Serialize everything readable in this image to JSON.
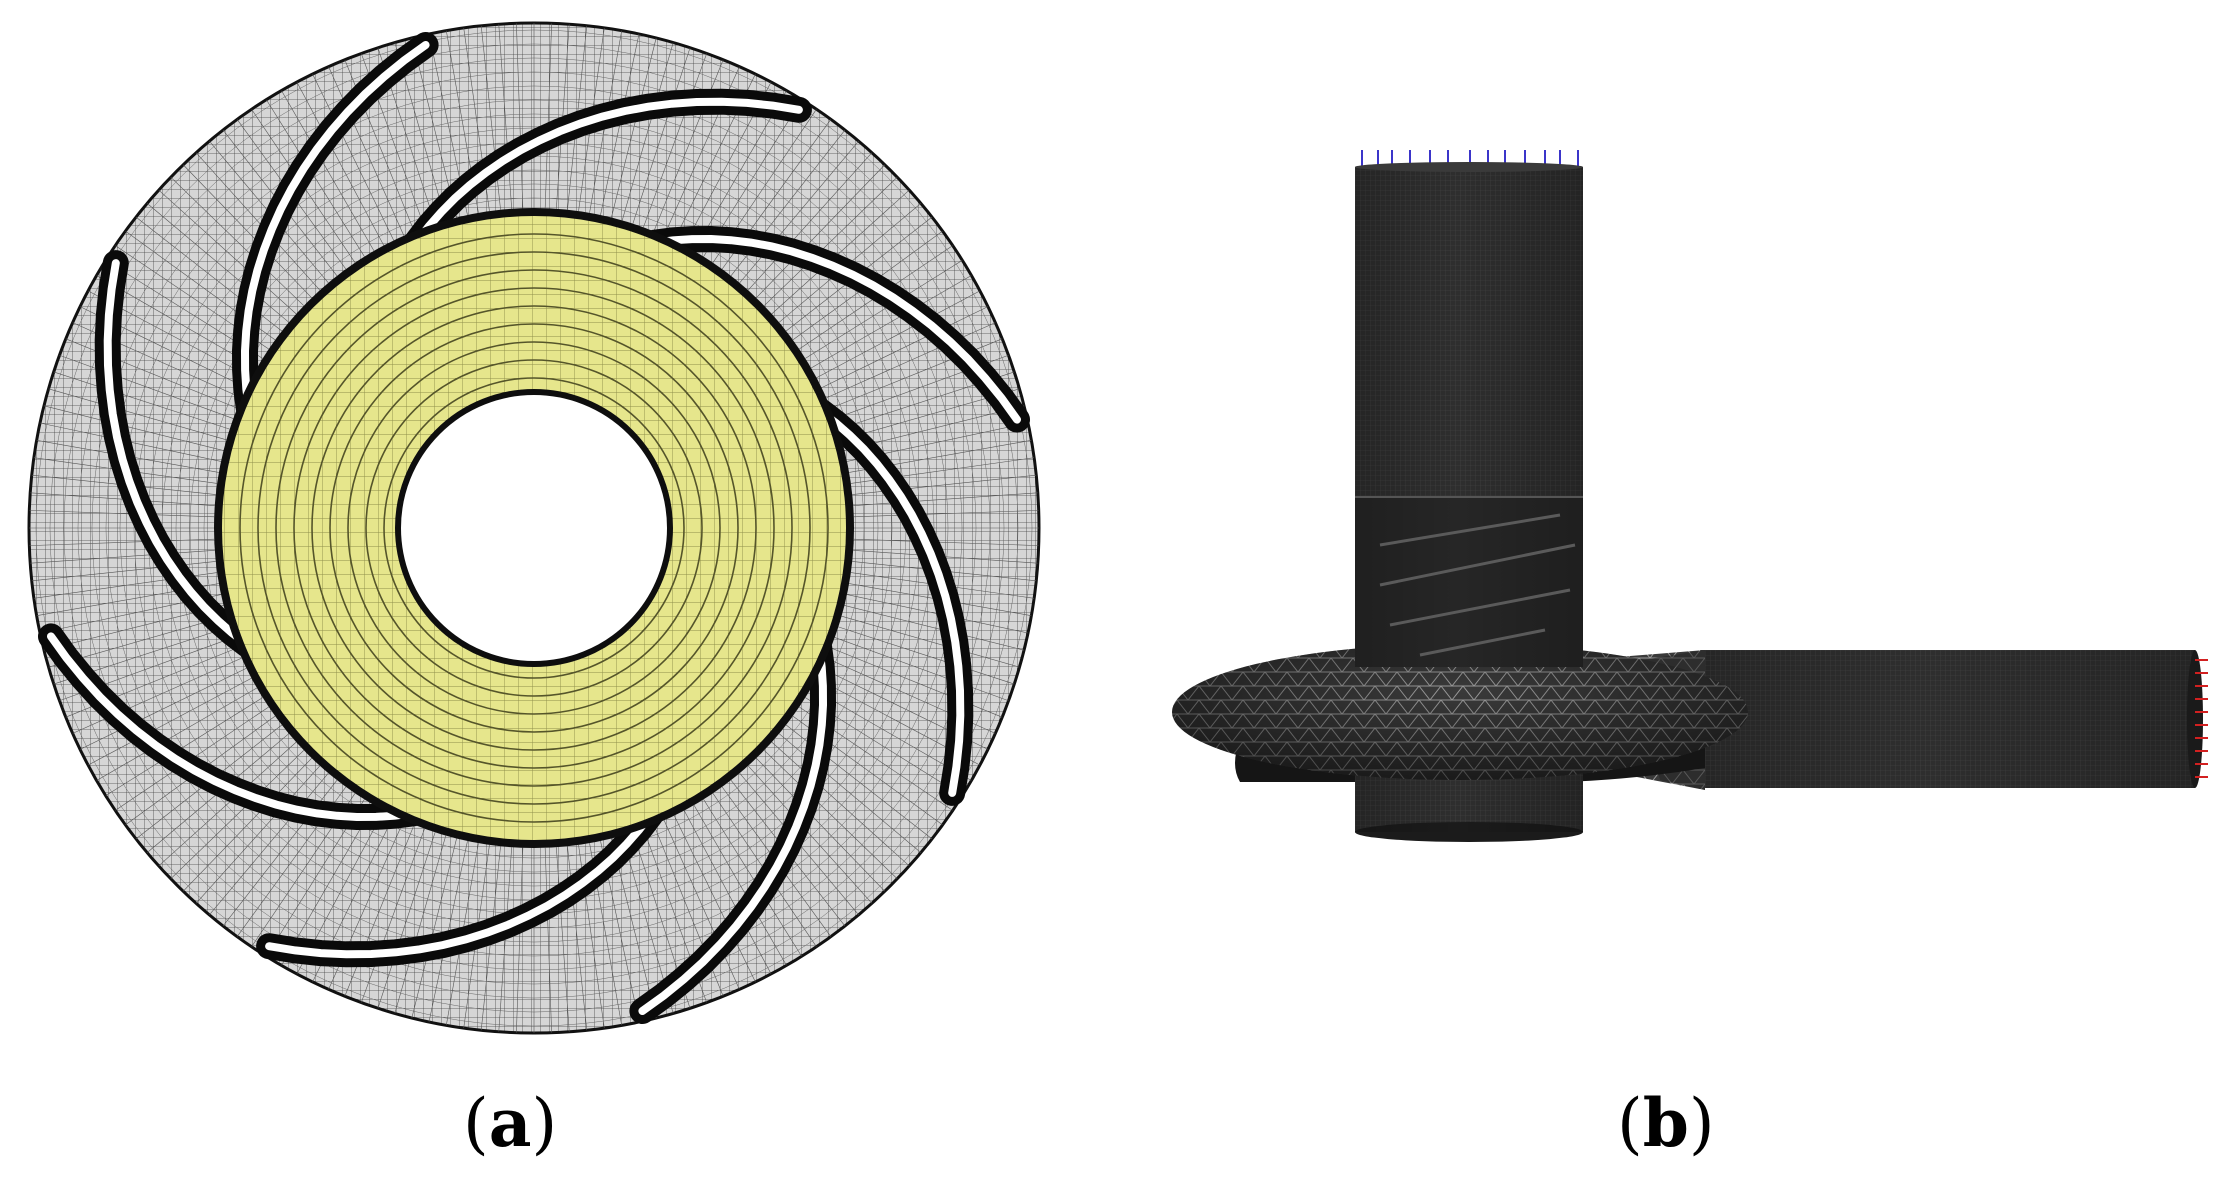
{
  "panels": [
    {
      "id": "a",
      "label_open": "(",
      "label_letter": "a",
      "label_close": ")",
      "view": "impeller-mesh-top",
      "blade_count": 8
    },
    {
      "id": "b",
      "label_open": "(",
      "label_letter": "b",
      "label_close": ")",
      "view": "pump-assembly-mesh-side"
    }
  ],
  "colors": {
    "background": "#ffffff",
    "mesh_disk": "#c9c9c9",
    "mesh_line": "#3a3a3a",
    "blade": "#0a0a0a",
    "blade_slot": "#ffffff",
    "hub_ring": "#e4e48a",
    "hub_line": "#55552a",
    "body_dark": "#2b2b2b",
    "inlet_arrows": "#3b35c9",
    "outlet_arrows": "#d22020"
  }
}
